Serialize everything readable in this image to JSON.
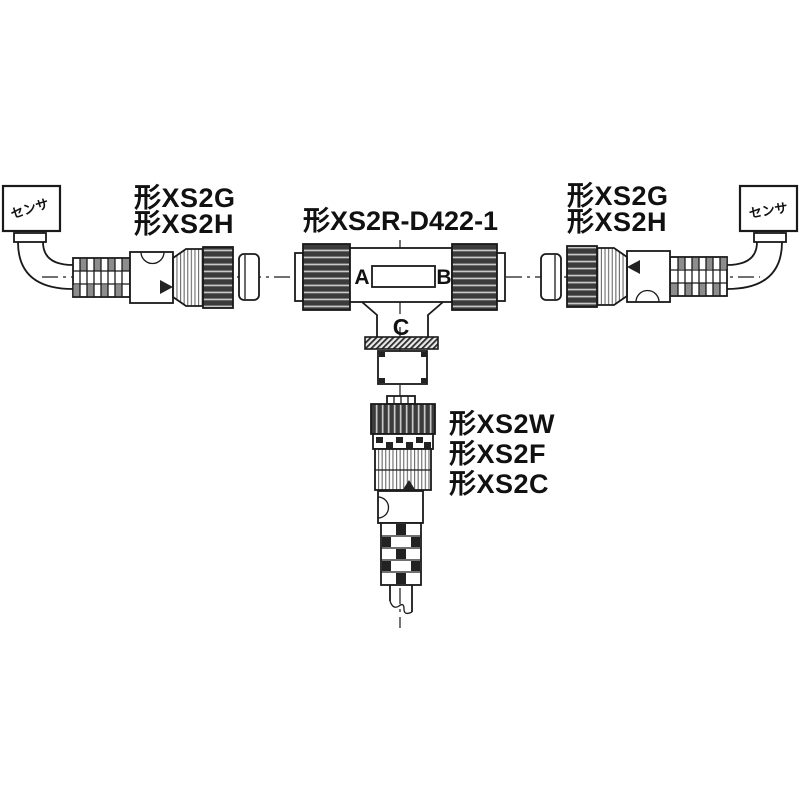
{
  "figure": {
    "title_hint": "T-joint connector wiring diagram",
    "sensors": {
      "left": "センサ",
      "right": "センサ"
    },
    "connector_left_models": [
      "形XS2G",
      "形XS2H"
    ],
    "tee_model": "形XS2R-D422-1",
    "connector_right_models": [
      "形XS2G",
      "形XS2H"
    ],
    "connector_bottom_models": [
      "形XS2W",
      "形XS2F",
      "形XS2C"
    ],
    "ports": {
      "a": "A",
      "b": "B",
      "c": "C"
    },
    "colors": {
      "line": "#1a1a1a",
      "background": "#ffffff",
      "knurl_dark": "#3b3b3b",
      "hatch_dark": "#2d2d2d"
    }
  }
}
